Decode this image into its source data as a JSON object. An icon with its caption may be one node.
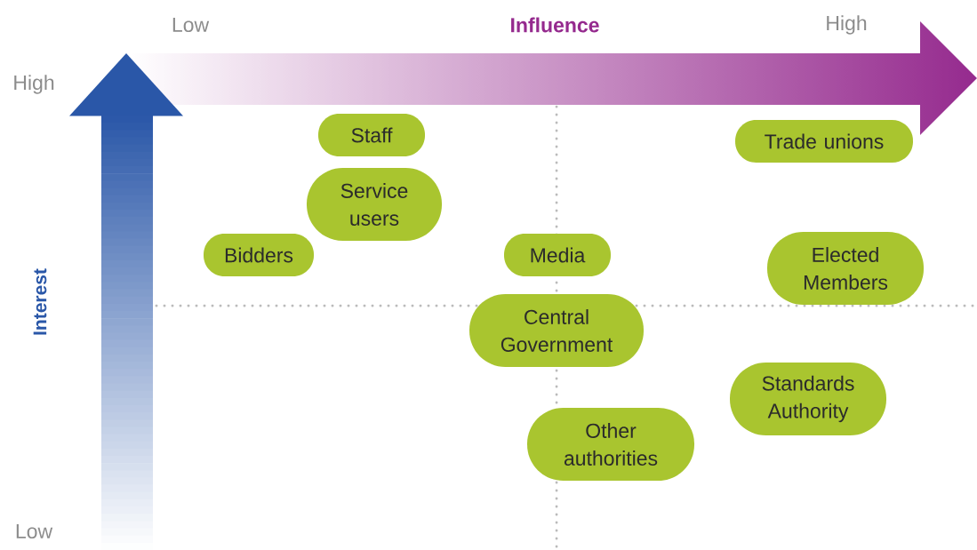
{
  "diagram": {
    "nodes": [
      {
        "text": [
          "Staff"
        ]
      },
      {
        "text": [
          "Trade unions"
        ]
      },
      {
        "text": [
          "Service users"
        ]
      },
      {
        "text": [
          "Bidders"
        ]
      },
      {
        "text": [
          "Media"
        ]
      },
      {
        "text": [
          "Elected Members"
        ]
      },
      {
        "text": [
          "Central Government"
        ]
      },
      {
        "text": [
          "Standards Authority"
        ]
      },
      {
        "text": [
          "Other authorities"
        ]
      }
    ],
    "labels": [
      "Low",
      "Influence",
      "High",
      "High",
      "Interest",
      "Low"
    ]
  }
}
